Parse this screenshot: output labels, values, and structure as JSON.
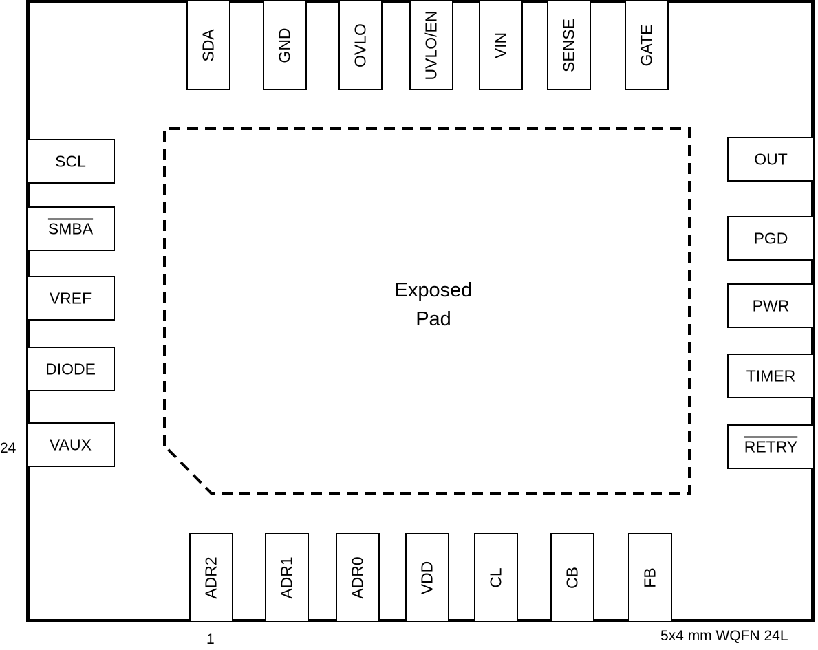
{
  "package_name": "5x4 mm WQFN 24L",
  "exposed_pad": {
    "line1": "Exposed",
    "line2": "Pad"
  },
  "pin_markers": {
    "pin1": "1",
    "pin24": "24"
  },
  "pins": {
    "top": [
      "SDA",
      "GND",
      "OVLO",
      "UVLO/EN",
      "VIN",
      "SENSE",
      "GATE"
    ],
    "bottom": [
      "ADR2",
      "ADR1",
      "ADR0",
      "VDD",
      "CL",
      "CB",
      "FB"
    ],
    "left": [
      "SCL",
      "SMBA",
      "VREF",
      "DIODE",
      "VAUX"
    ],
    "right": [
      "OUT",
      "PGD",
      "PWR",
      "TIMER",
      "RETRY"
    ]
  },
  "colors": {
    "line": "#000000",
    "background": "#ffffff"
  }
}
